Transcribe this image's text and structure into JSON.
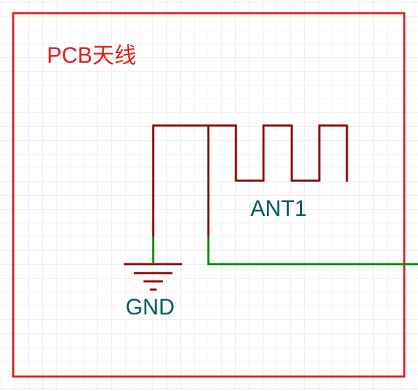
{
  "diagram": {
    "title": "PCB天线",
    "component_designator": "ANT1",
    "ground_label": "GND"
  },
  "colors": {
    "frame": "#e01e1e",
    "component": "#8b0000",
    "wire": "#008800",
    "label_text": "#005c5c",
    "title_text": "#e01e1e",
    "grid": "#efefef"
  }
}
